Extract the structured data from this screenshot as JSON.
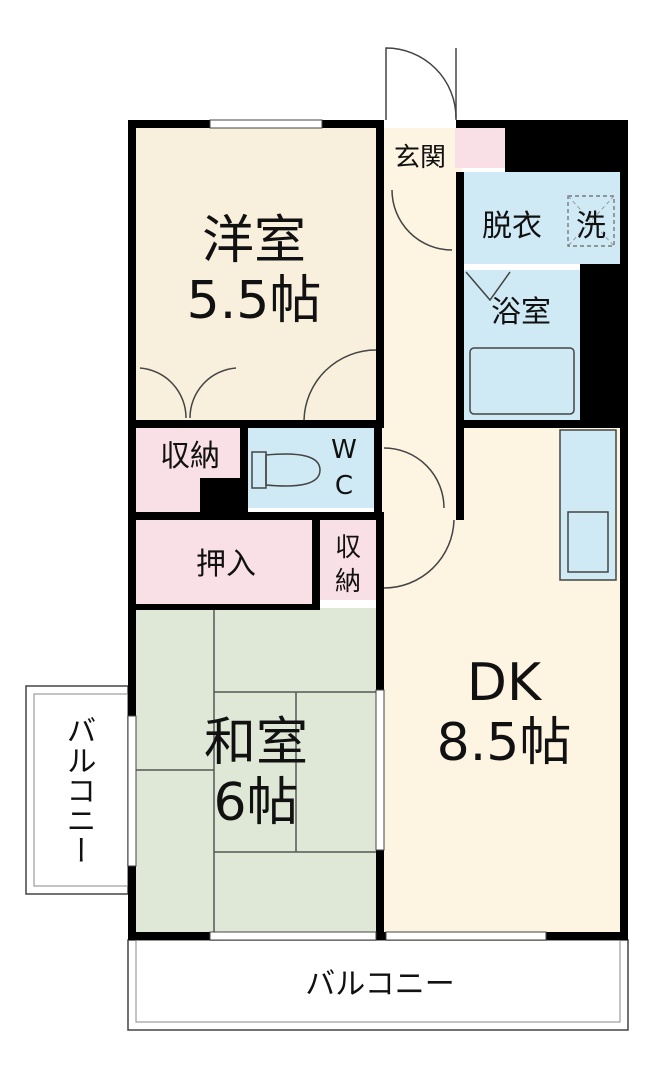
{
  "rooms": {
    "western_room": {
      "name": "洋室",
      "size": "5.5帖"
    },
    "japanese_room": {
      "name": "和室",
      "size": "6帖"
    },
    "dk": {
      "name": "DK",
      "size": "8.5帖"
    },
    "entrance": {
      "name": "玄関"
    },
    "dressing": {
      "name": "脱衣"
    },
    "washer": {
      "name": "洗"
    },
    "bathroom": {
      "name": "浴室"
    },
    "toilet": {
      "name_top": "W",
      "name_bottom": "C"
    },
    "storage_1": {
      "name": "収納"
    },
    "storage_2": {
      "name_top": "収",
      "name_bottom": "納"
    },
    "closet": {
      "name": "押入"
    },
    "balcony_side": {
      "name": "バルコニー"
    },
    "balcony_bottom": {
      "name": "バルコニー"
    }
  },
  "colors": {
    "western": "#f8f0dc",
    "japanese": "#dfe8d6",
    "dk": "#fdf4e2",
    "hall": "#fdf4e2",
    "water": "#cfeaf5",
    "storage": "#f9e0e6",
    "wall": "#000000"
  }
}
